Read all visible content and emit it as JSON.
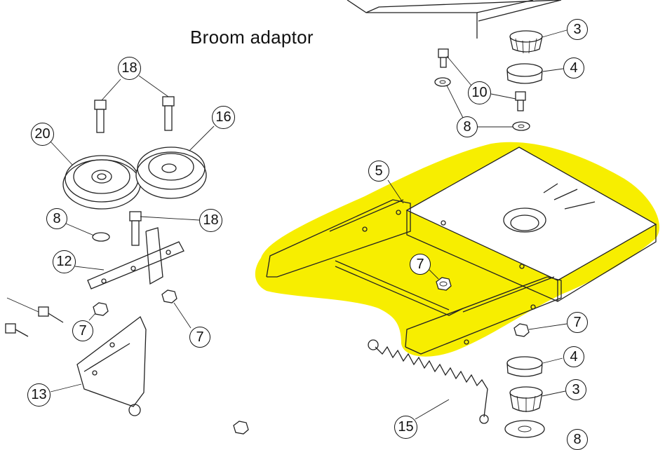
{
  "title": "Broom adaptor",
  "highlight_color": "#f7ee00",
  "callouts": {
    "c3_top": "3",
    "c4_top": "4",
    "c10": "10",
    "c8_top": "8",
    "c18_top": "18",
    "c16": "16",
    "c20": "20",
    "c8_left": "8",
    "c18_mid": "18",
    "c12": "12",
    "c5": "5",
    "c7_center": "7",
    "c7_left": "7",
    "c7_mid": "7",
    "c7_right": "7",
    "c13": "13",
    "c4_bottom": "4",
    "c3_bottom": "3",
    "c15": "15",
    "c8_bottom": "8"
  }
}
